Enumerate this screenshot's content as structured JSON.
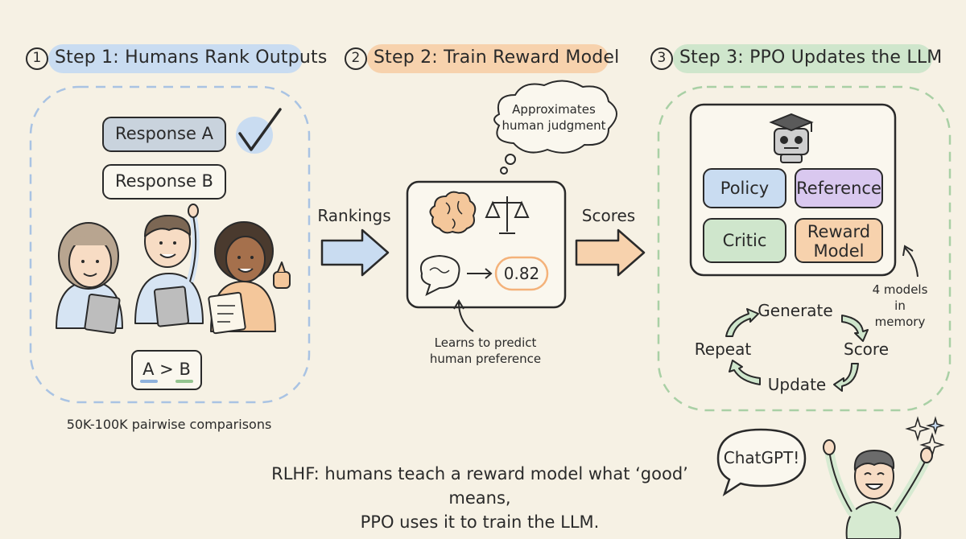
{
  "step1": {
    "number": "1",
    "title": "Step 1: Humans Rank Outputs",
    "response_a": "Response A",
    "response_b": "Response B",
    "ranking": "A > B",
    "caption": "50K-100K pairwise comparisons"
  },
  "step2": {
    "number": "2",
    "title": "Step 2: Train Reward Model",
    "thought": "Approximates human judgment",
    "score": "0.82",
    "caption": "Learns to predict human preference"
  },
  "step3": {
    "number": "3",
    "title": "Step 3: PPO Updates the LLM",
    "models": [
      "Policy",
      "Reference",
      "Critic",
      "Reward Model"
    ],
    "memory_note": "4 models in memory",
    "loop": [
      "Generate",
      "Score",
      "Update",
      "Repeat"
    ]
  },
  "arrows": {
    "rankings": "Rankings",
    "scores": "Scores"
  },
  "footer": {
    "line1": "RLHF: humans teach a reward model what ‘good’ means,",
    "line2": "PPO uses it to train the LLM."
  },
  "speech": "ChatGPT!",
  "colors": {
    "blue": "#c9dcf1",
    "orange": "#f7d2ad",
    "green": "#cfe6cc",
    "purple": "#d9c8ef",
    "background": "#f6f1e4"
  }
}
